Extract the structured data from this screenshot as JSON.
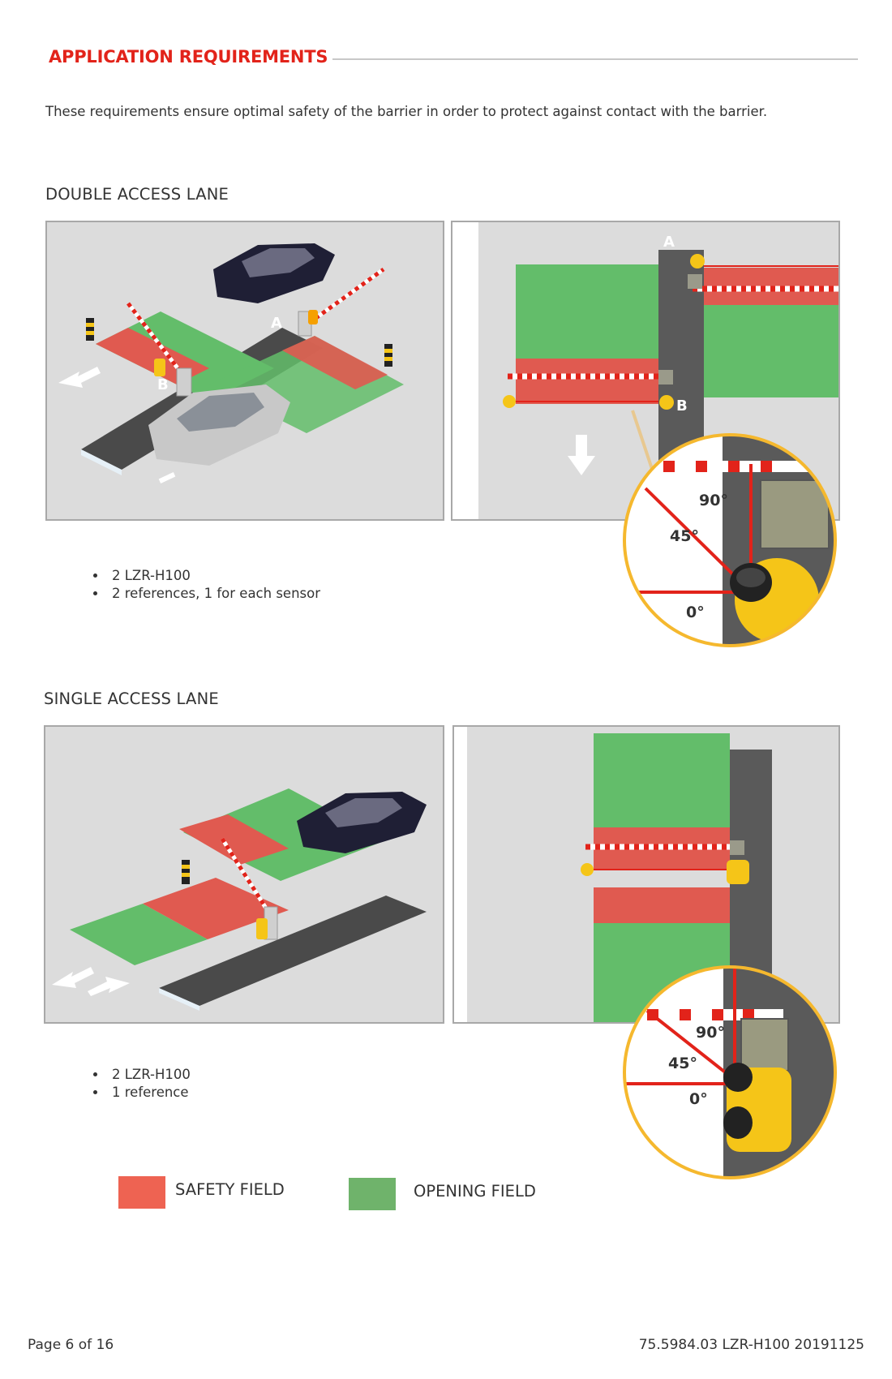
{
  "page": {
    "section_title": "APPLICATION REQUIREMENTS",
    "intro": "These requirements ensure optimal safety of the barrier in order to protect against contact with the barrier."
  },
  "double_lane": {
    "heading": "DOUBLE ACCESS LANE",
    "labels": {
      "a": "A",
      "b": "B"
    },
    "angles": [
      "90°",
      "45°",
      "0°"
    ],
    "bullets": [
      "2 LZR-H100",
      "2 references, 1 for each sensor"
    ]
  },
  "single_lane": {
    "heading": "SINGLE ACCESS LANE",
    "angles": [
      "90°",
      "45°",
      "0°"
    ],
    "bullets": [
      "2 LZR-H100",
      "1 reference"
    ]
  },
  "legend": [
    {
      "label": "SAFETY FIELD",
      "color": "#ee6352"
    },
    {
      "label": "OPENING FIELD",
      "color": "#6fb36b"
    }
  ],
  "footer": {
    "page": "Page 6 of 16",
    "doc_ref": "75.5984.03 LZR-H100 20191125"
  },
  "colors": {
    "accent": "#e2231a",
    "safety": "#e05a50",
    "opening": "#63bd6a",
    "road": "#5a5a5a",
    "sensor": "#f5c518"
  }
}
